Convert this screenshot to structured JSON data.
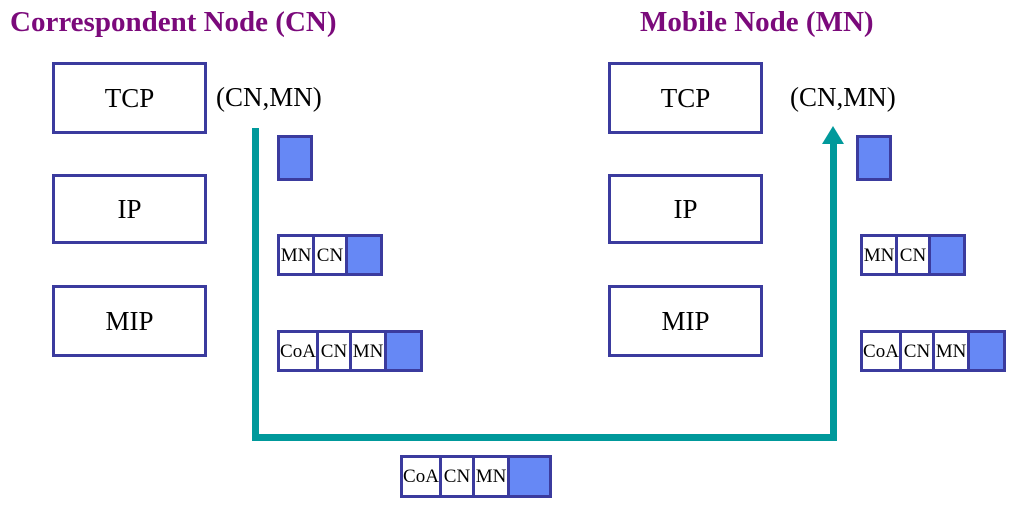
{
  "nodes": {
    "left": {
      "title": "Correspondent Node (CN)",
      "endpoint_label": "(CN,MN)",
      "stack": [
        {
          "label": "TCP"
        },
        {
          "label": "IP"
        },
        {
          "label": "MIP"
        }
      ]
    },
    "right": {
      "title": "Mobile Node (MN)",
      "endpoint_label": "(CN,MN)",
      "stack": [
        {
          "label": "TCP"
        },
        {
          "label": "IP"
        },
        {
          "label": "MIP"
        }
      ]
    }
  },
  "packets": {
    "left_payload_only": {
      "fields": [
        ""
      ],
      "payload_index": 0
    },
    "left_ip": {
      "fields": [
        "MN",
        "CN",
        ""
      ],
      "payload_index": 2
    },
    "left_mip": {
      "fields": [
        "CoA",
        "CN",
        "MN",
        ""
      ],
      "payload_index": 3
    },
    "right_payload_only": {
      "fields": [
        ""
      ],
      "payload_index": 0
    },
    "right_ip": {
      "fields": [
        "MN",
        "CN",
        ""
      ],
      "payload_index": 2
    },
    "right_mip": {
      "fields": [
        "CoA",
        "CN",
        "MN",
        ""
      ],
      "payload_index": 3
    },
    "wire": {
      "fields": [
        "CoA",
        "CN",
        "MN",
        ""
      ],
      "payload_index": 3
    }
  },
  "packet_labels": {
    "left_ip_f0": "MN",
    "left_ip_f1": "CN",
    "left_mip_f0": "CoA",
    "left_mip_f1": "CN",
    "left_mip_f2": "MN",
    "right_ip_f0": "MN",
    "right_ip_f1": "CN",
    "right_mip_f0": "CoA",
    "right_mip_f1": "CN",
    "right_mip_f2": "MN",
    "wire_f0": "CoA",
    "wire_f1": "CN",
    "wire_f2": "MN"
  },
  "colors": {
    "title_purple": "#7B0A7B",
    "box_border_blue": "#3B3B9E",
    "payload_blue": "#6688F5",
    "flow_teal": "#00999B",
    "text_black": "#000000",
    "background": "#FFFFFF"
  },
  "flow": {
    "direction": "left-to-right",
    "description": "(CN,MN)"
  }
}
